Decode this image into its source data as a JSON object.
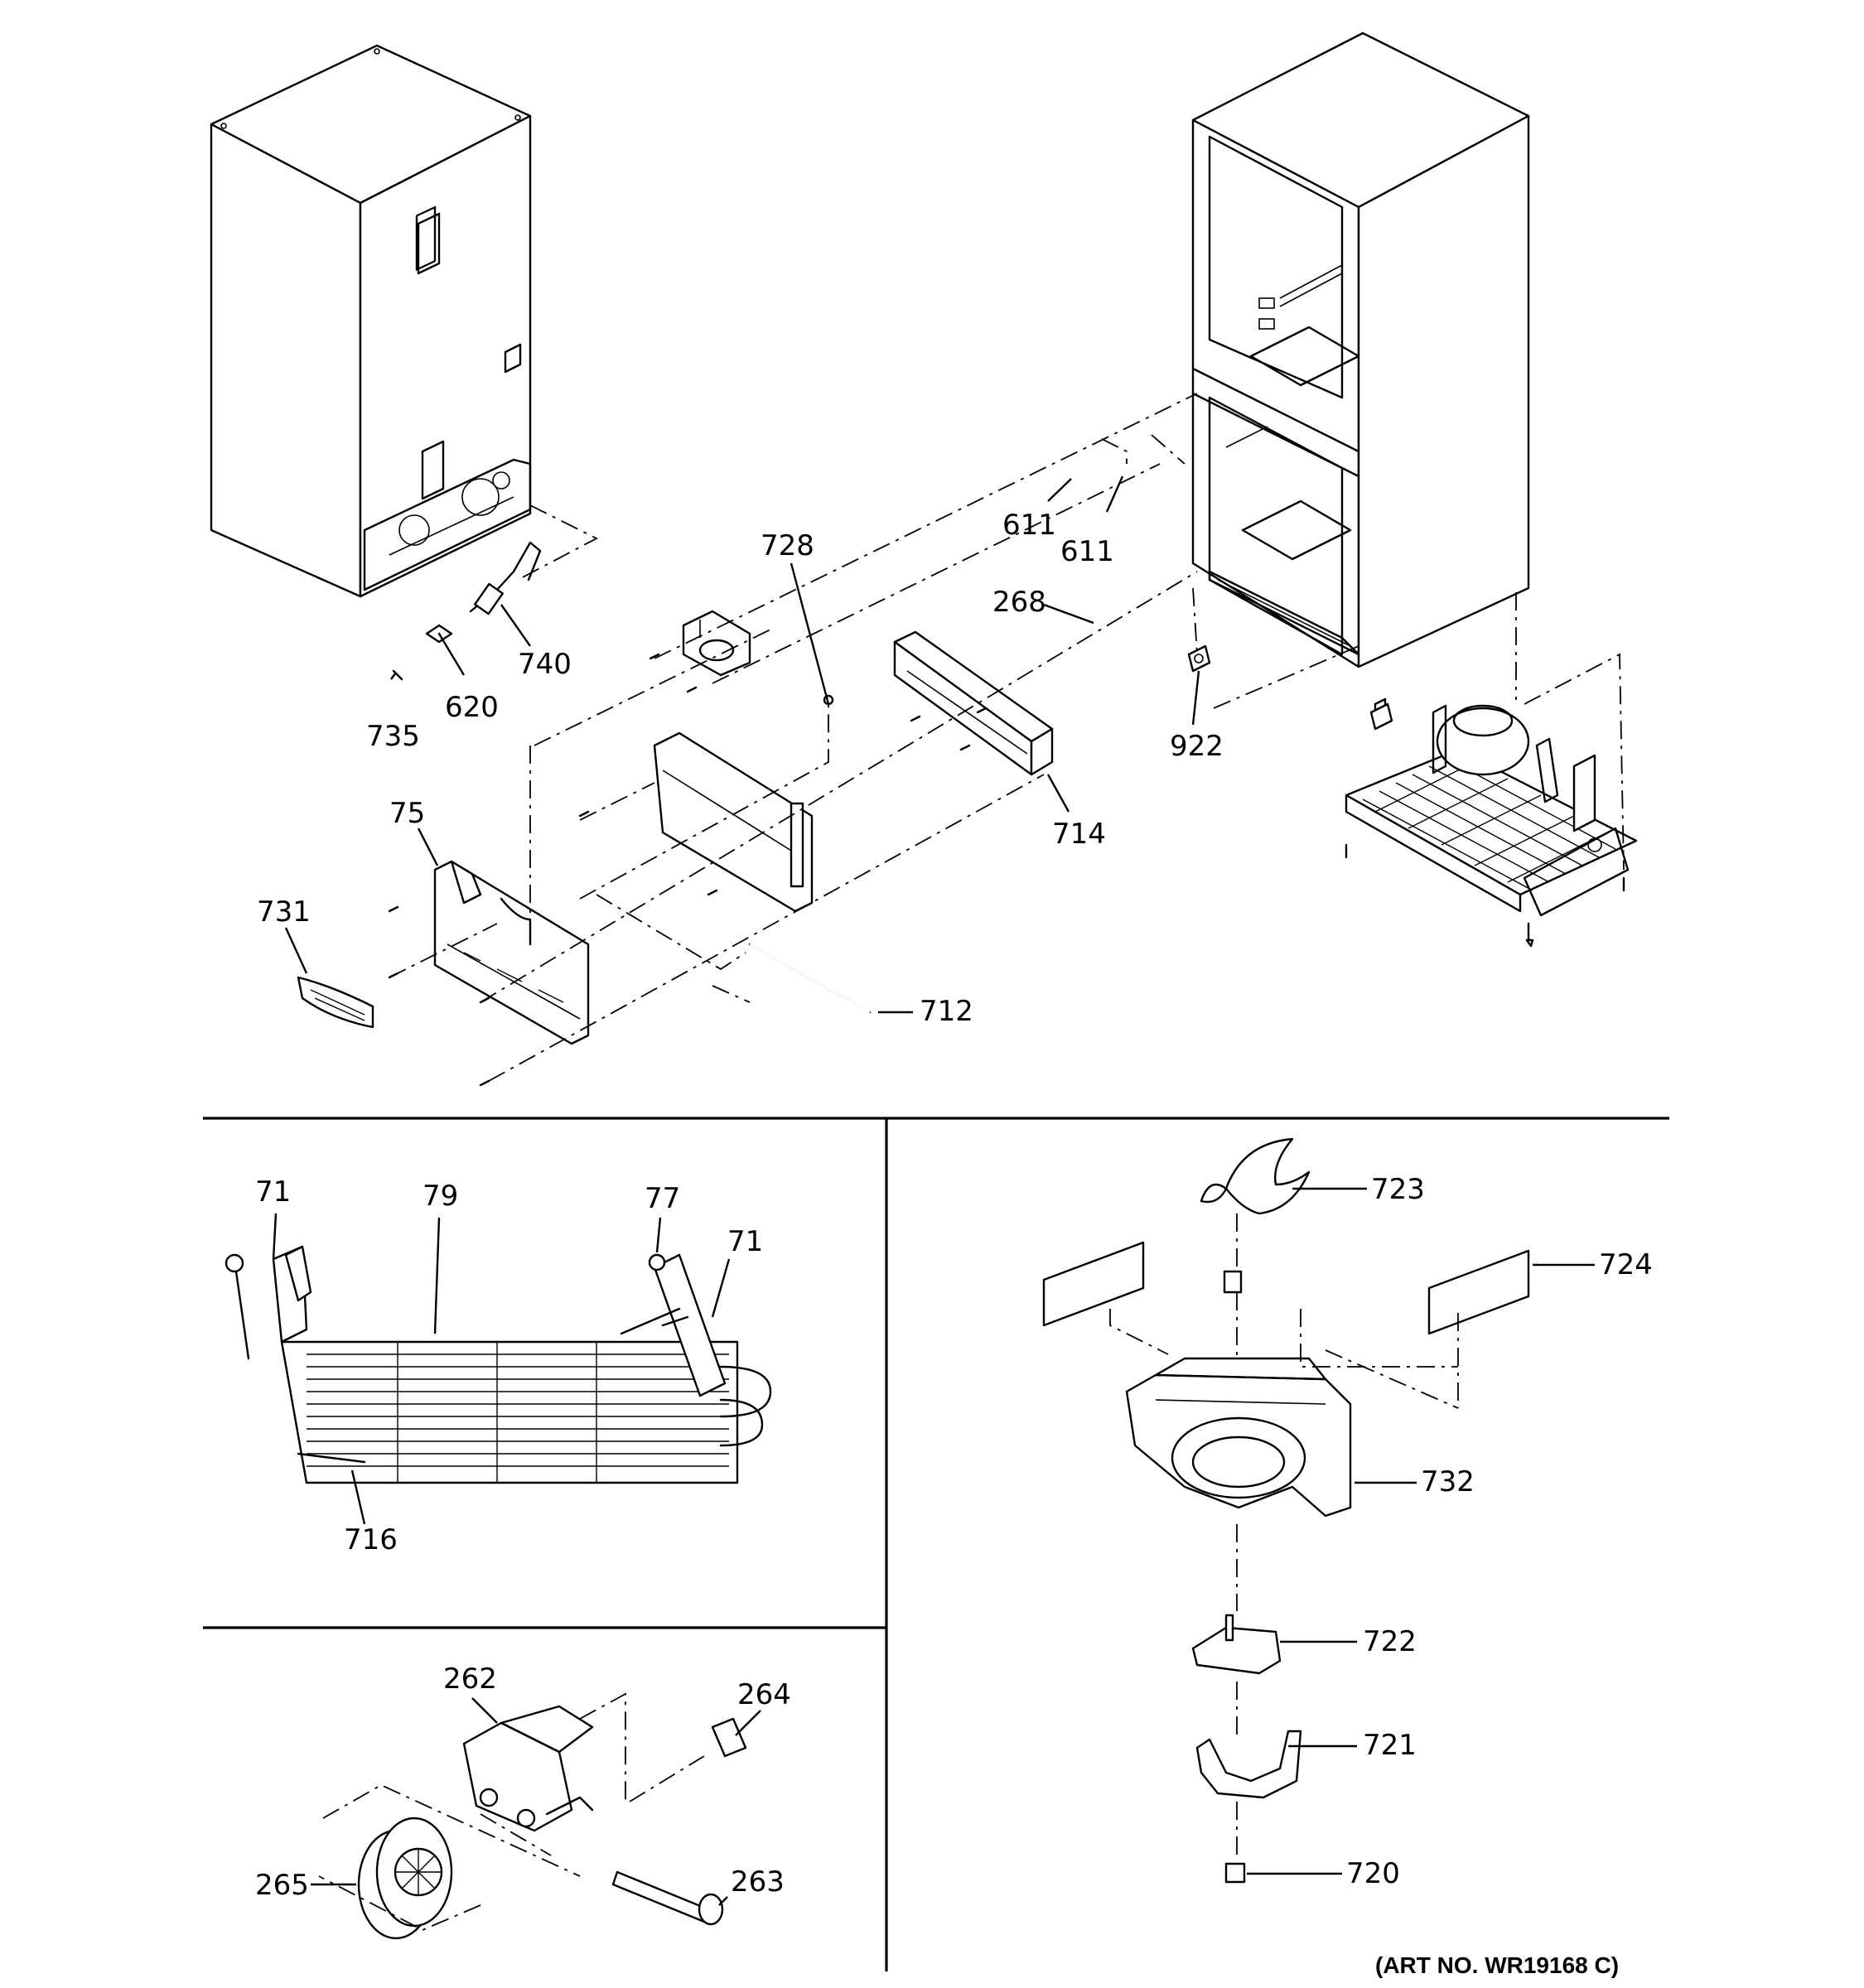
{
  "art_number": "(ART NO. WR19168 C)",
  "callouts": {
    "c611a": "611",
    "c611b": "611",
    "c728": "728",
    "c268": "268",
    "c740": "740",
    "c620": "620",
    "c735": "735",
    "c922": "922",
    "c714": "714",
    "c75": "75",
    "c731": "731",
    "c712": "712",
    "c71a": "71",
    "c79": "79",
    "c77": "77",
    "c71b": "71",
    "c716": "716",
    "c723": "723",
    "c724": "724",
    "c732": "732",
    "c722": "722",
    "c721": "721",
    "c720": "720",
    "c262": "262",
    "c264": "264",
    "c265": "265",
    "c263": "263"
  }
}
